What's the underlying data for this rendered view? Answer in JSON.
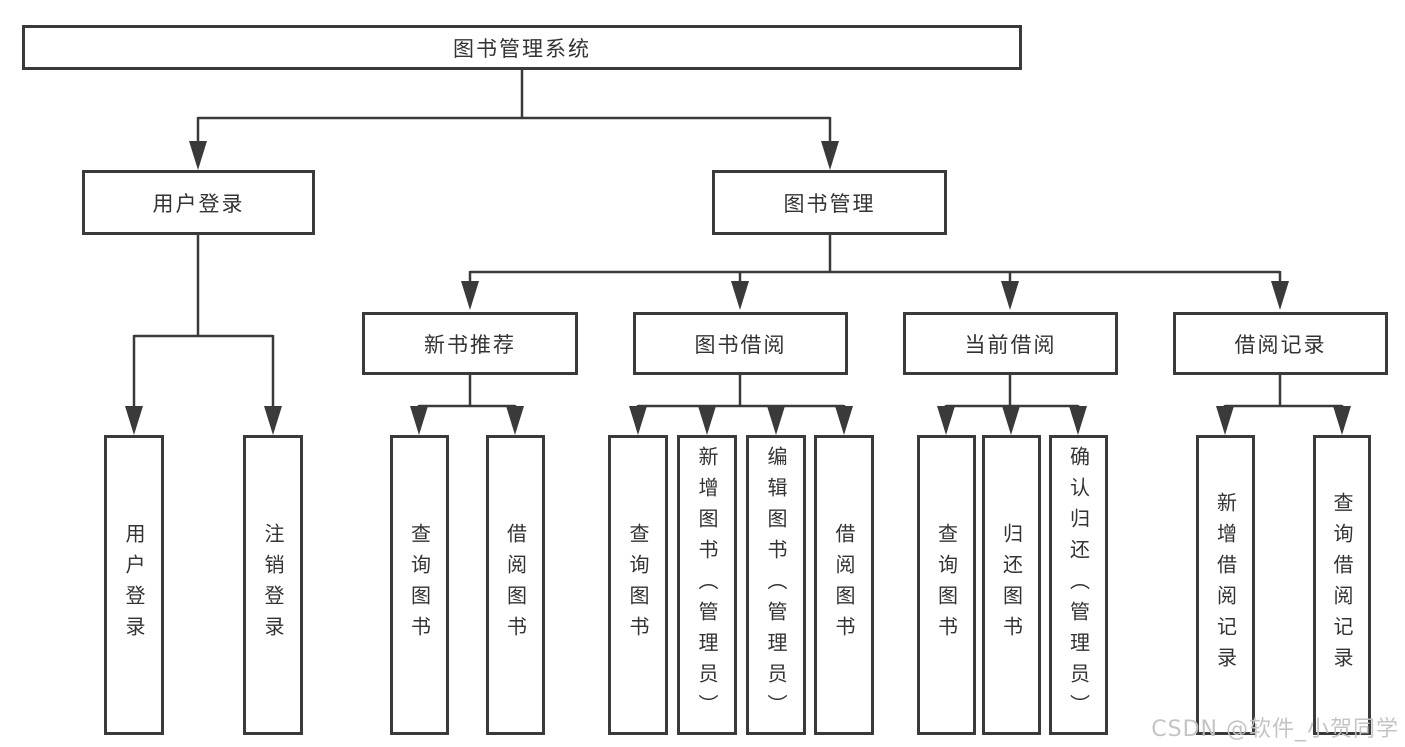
{
  "title": "图书管理系统",
  "watermark": "CSDN @软件_小贺同学",
  "colors": {
    "line": "#3a3a3a",
    "box_border": "#3a3a3a",
    "text": "#333333",
    "watermark": "#c1c1c1",
    "background": "#ffffff"
  },
  "tree": {
    "root": "图书管理系统",
    "level2": [
      {
        "label": "用户登录",
        "children": [
          "用户登录",
          "注销登录"
        ]
      },
      {
        "label": "图书管理",
        "children": [
          {
            "label": "新书推荐",
            "children": [
              "查询图书",
              "借阅图书"
            ]
          },
          {
            "label": "图书借阅",
            "children": [
              "查询图书",
              "新增图书（管理员）",
              "编辑图书（管理员）",
              "借阅图书"
            ]
          },
          {
            "label": "当前借阅",
            "children": [
              "查询图书",
              "归还图书",
              "确认归还（管理员）"
            ]
          },
          {
            "label": "借阅记录",
            "children": [
              "新增借阅记录",
              "查询借阅记录"
            ]
          }
        ]
      }
    ]
  }
}
